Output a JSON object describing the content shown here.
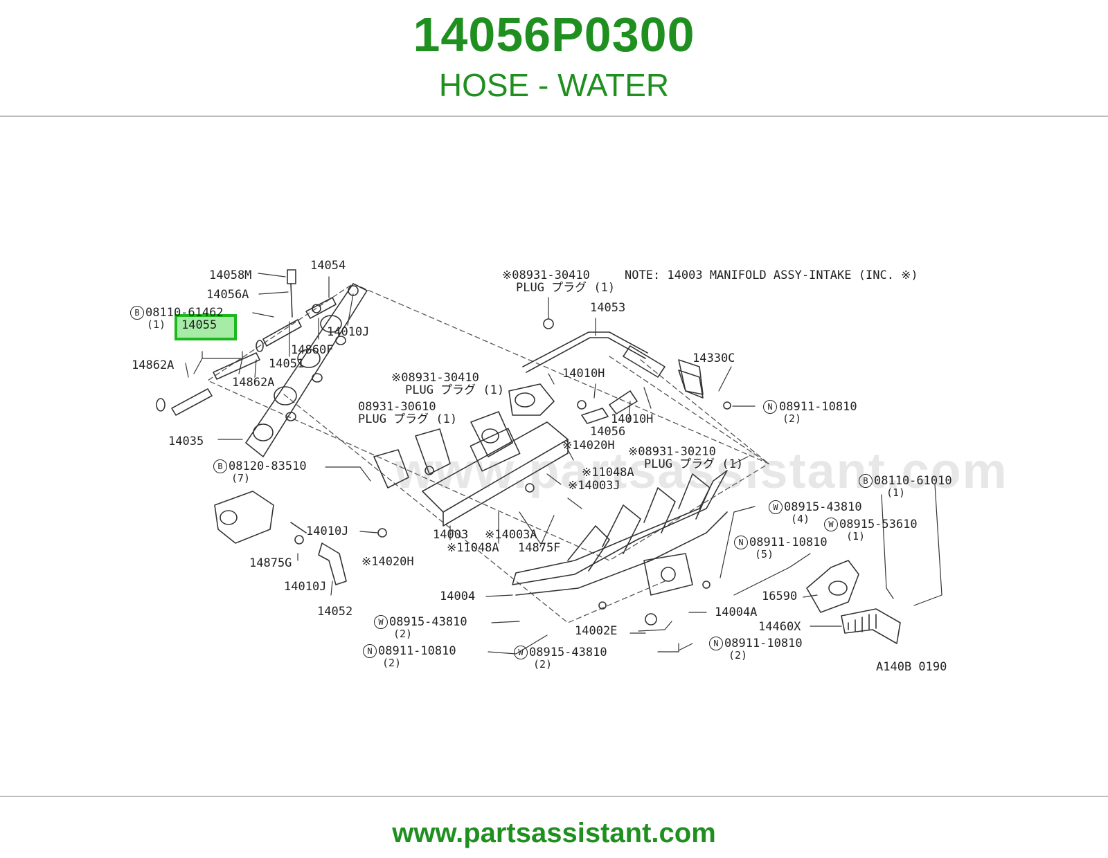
{
  "header": {
    "part_number": "14056P0300",
    "part_name": "HOSE - WATER"
  },
  "diagram": {
    "note": "NOTE: 14003 MANIFOLD ASSY-INTAKE (INC. ※)",
    "ref_code": "A140B 0190",
    "watermark": "www.partsassistant.com",
    "highlighted_callout": "14055",
    "callouts": {
      "c14058M": "14058M",
      "c14054": "14054",
      "c14056A": "14056A",
      "c08110_61462": "08110-61462",
      "c14055": "14055",
      "c14010J_top": "14010J",
      "c14860F": "14860F",
      "c14051": "14051",
      "c14862A_left": "14862A",
      "c14862A_right": "14862A",
      "c08931_30410_top": "※08931-30410",
      "plug_top": "PLUG プラグ (1)",
      "c14053": "14053",
      "c14330C": "14330C",
      "c08931_30410_mid": "※08931-30410",
      "plug_mid": "PLUG プラグ (1)",
      "c14010H_top": "14010H",
      "c08931_30610": "08931-30610",
      "plug_30610": "PLUG プラグ (1)",
      "c14010H_right": "14010H",
      "c14056": "14056",
      "c08911_10810_r1": "08911-10810",
      "c14035": "14035",
      "c14020H_mid": "※14020H",
      "c08931_30210": "※08931-30210",
      "plug_30210": "PLUG プラグ (1)",
      "c08120_83510": "08120-83510",
      "c11048A_mid": "※11048A",
      "c14003J": "※14003J",
      "c08110_61010": "08110-61010",
      "c08915_43810_r": "08915-43810",
      "c08915_53610": "08915-53610",
      "c14010J_mid": "14010J",
      "c14003": "14003",
      "c14003A": "※14003A",
      "c11048A_low": "※11048A",
      "c14875F": "14875F",
      "c08911_10810_r2": "08911-10810",
      "c14020H_low": "※14020H",
      "c14875G": "14875G",
      "c14010J_low": "14010J",
      "c14052": "14052",
      "c14004": "14004",
      "c16590": "16590",
      "c14004A": "14004A",
      "c14460X": "14460X",
      "c08915_43810_l": "08915-43810",
      "c14002E": "14002E",
      "c08911_10810_bl": "08911-10810",
      "c08915_43810_b": "08915-43810",
      "c08911_10810_br": "08911-10810"
    },
    "quantities": {
      "q1": "(1)",
      "q2_r1": "(2)",
      "q7": "(7)",
      "q1_61010": "(1)",
      "q4": "(4)",
      "q1_53610": "(1)",
      "q5": "(5)",
      "q2_l": "(2)",
      "q2_bl": "(2)",
      "q2_b": "(2)",
      "q2_br": "(2)"
    },
    "symbols": {
      "b": "B",
      "n": "N",
      "w": "W"
    }
  },
  "footer": {
    "url": "www.partsassistant.com"
  }
}
